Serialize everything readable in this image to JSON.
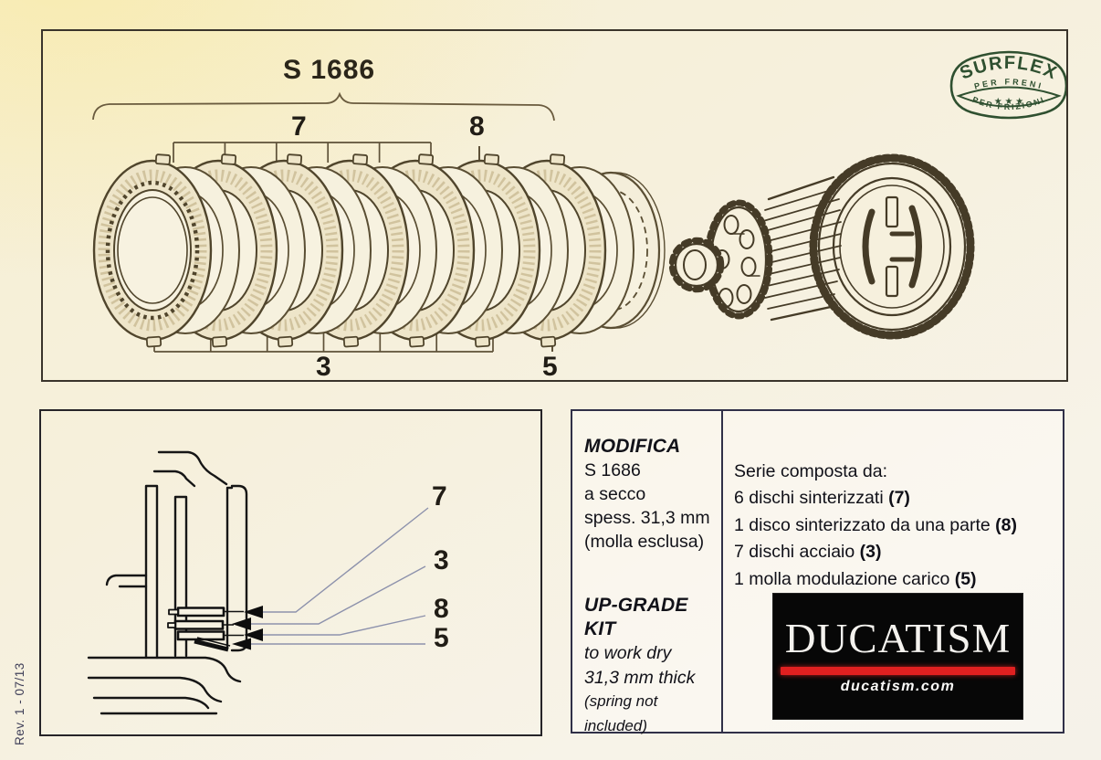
{
  "colors": {
    "surflex_green": "#2f5030",
    "ducatism_red": "#e02020",
    "paper": "#f6f0dc"
  },
  "top_panel": {
    "part_code": "S 1686",
    "callouts": {
      "sintered": "7",
      "single_sided": "8",
      "steel": "3",
      "spring": "5"
    },
    "surflex": {
      "brand": "SURFLEX",
      "upper": "PER FRENI",
      "stars": "★ ★ ★",
      "lower": "PER FRIZIONI"
    }
  },
  "cross_section_panel": {
    "callouts": {
      "sintered": "7",
      "steel": "3",
      "single_sided": "8",
      "spring": "5"
    },
    "revision": "Rev. 1 - 07/13"
  },
  "info_panel": {
    "modifica": {
      "title": "MODIFICA",
      "lines": [
        "S 1686",
        "a secco",
        "spess. 31,3 mm",
        "(molla esclusa)"
      ]
    },
    "upgrade_kit": {
      "title": "UP-GRADE KIT",
      "lines": [
        "to work dry",
        "31,3 mm thick",
        "(spring not included)"
      ]
    },
    "series": {
      "heading": "Serie composta da:",
      "items": [
        {
          "text": "6 dischi sinterizzati ",
          "ref": "(7)"
        },
        {
          "text": "1 disco sinterizzato da una parte ",
          "ref": "(8)"
        },
        {
          "text": "7 dischi acciaio ",
          "ref": "(3)"
        },
        {
          "text": "1 molla modulazione carico ",
          "ref": "(5)"
        }
      ]
    },
    "ducatism": {
      "brand": "DUCATISM",
      "site": "ducatism.com"
    }
  }
}
